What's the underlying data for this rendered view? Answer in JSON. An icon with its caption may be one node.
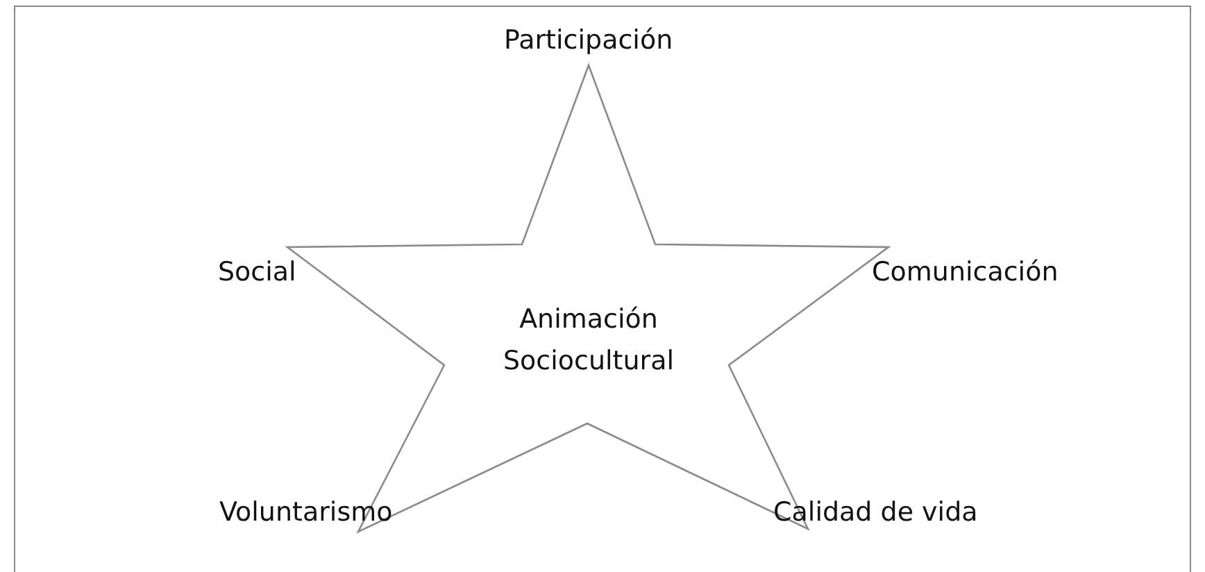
{
  "diagram": {
    "nodes": [
      {
        "text": [
          "Animación Sociocultural"
        ]
      }
    ],
    "labels": [
      "Participación",
      "Social",
      "Comunicación",
      "Voluntarismo",
      "Calidad de vida"
    ]
  }
}
